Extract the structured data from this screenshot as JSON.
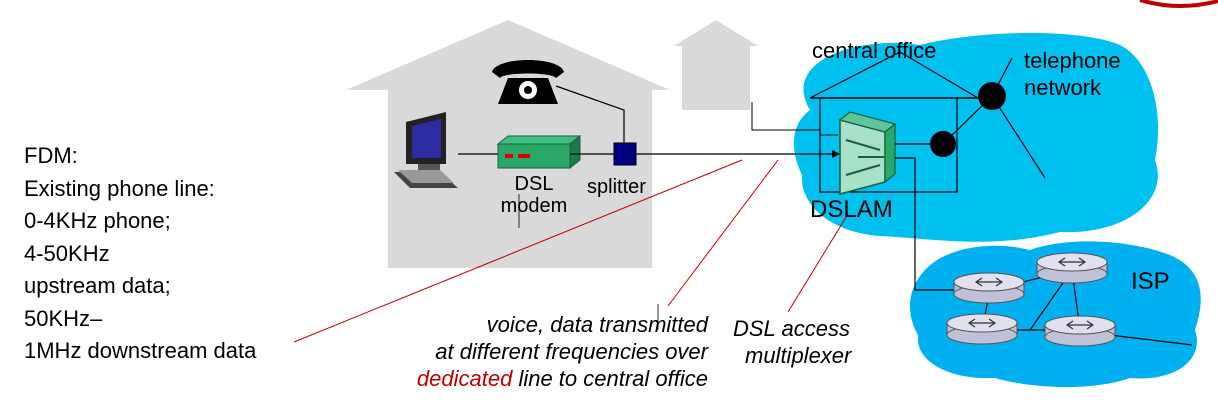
{
  "fdm_text": {
    "lines": [
      "FDM:",
      "Existing phone line:",
      "0-4KHz phone;",
      "4-50KHz",
      "upstream data;",
      "50KHz–",
      "1MHz downstream data"
    ]
  },
  "labels": {
    "central_office": "central office",
    "telephone_network_1": "telephone",
    "telephone_network_2": "network",
    "dsl_modem_1": "DSL",
    "dsl_modem_2": "modem",
    "splitter": "splitter",
    "dslam": "DSLAM",
    "isp": "ISP",
    "dsl_access_1": "DSL access",
    "dsl_access_2": "multiplexer"
  },
  "caption": {
    "line1": "voice, data transmitted",
    "line2": "at different frequencies over",
    "line3_highlight": "dedicated",
    "line3_rest": " line to central office"
  },
  "colors": {
    "house_gray": "#d9d9d9",
    "cloud_blue": "#00c0f0",
    "isp_blue": "#00b0f0",
    "modem_green": "#2aa86a",
    "splitter_blue": "#000080",
    "annotation_red": "#c00000",
    "highlight_red": "#c00000"
  }
}
